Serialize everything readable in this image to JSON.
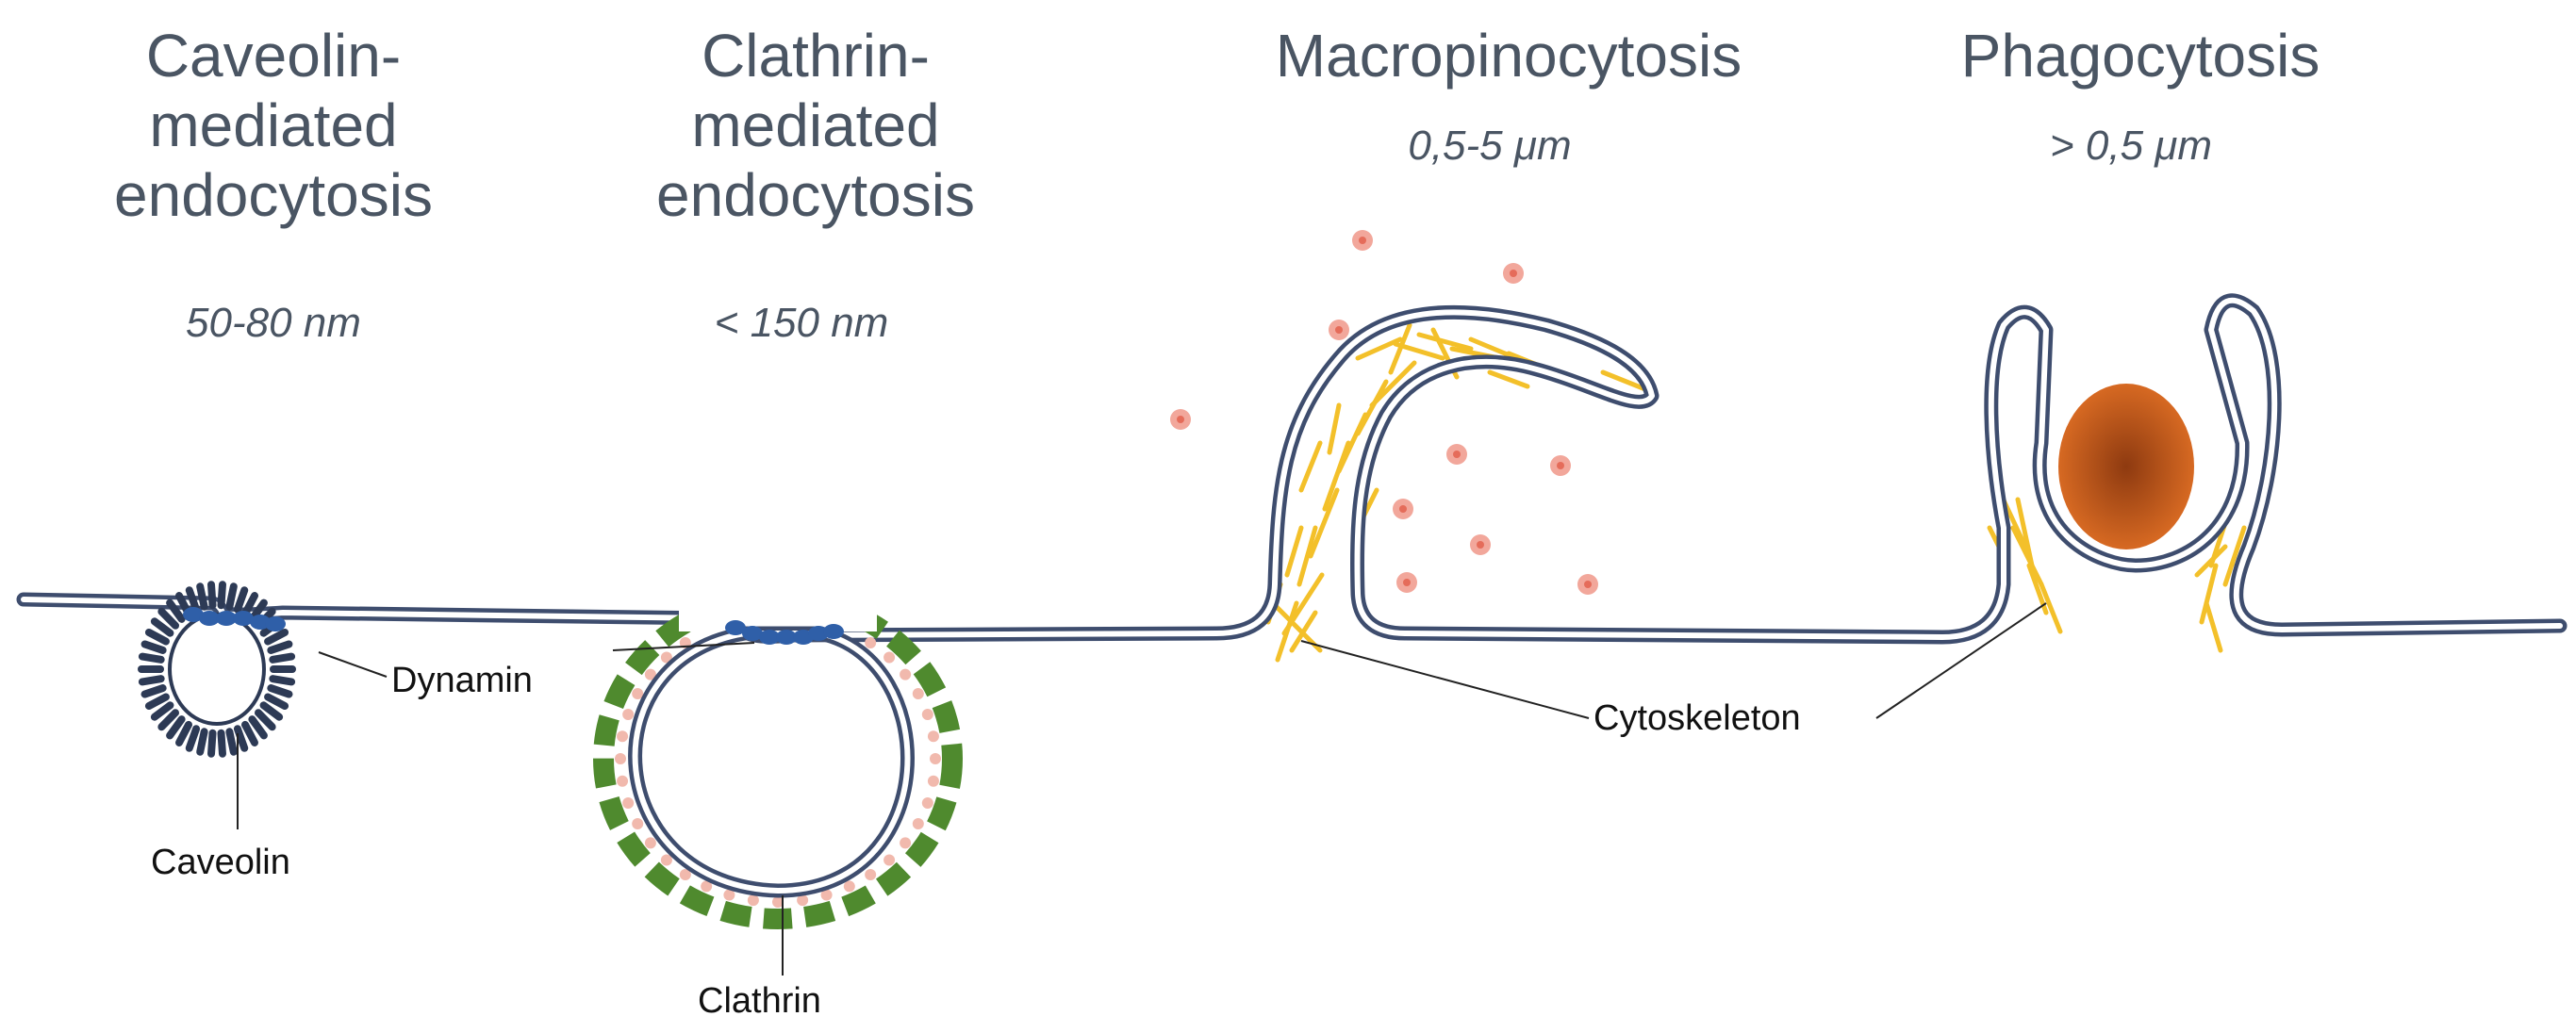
{
  "sections": {
    "caveolin": {
      "title": "Caveolin-\nmediated\nendocytosis",
      "size": "50-80 nm"
    },
    "clathrin": {
      "title": "Clathrin-\nmediated\nendocytosis",
      "size": "< 150 nm"
    },
    "macropinocytosis": {
      "title": "Macropinocytosis",
      "size": "0,5-5 μm"
    },
    "phagocytosis": {
      "title": "Phagocytosis",
      "size": "> 0,5 μm"
    }
  },
  "labels": {
    "dynamin": "Dynamin",
    "caveolin": "Caveolin",
    "clathrin": "Clathrin",
    "cytoskeleton": "Cytoskeleton"
  },
  "colors": {
    "membrane": "#3e4d6e",
    "dynamin": "#2f5fa8",
    "caveolin": "#2d3a55",
    "clathrin": "#4f8a2e",
    "clathrin_dots": "#f1b9ad",
    "actin": "#f3c02a",
    "particle": "#f2a79b",
    "particle_core": "#e56c5a",
    "phago_particle": "#de6e24",
    "phago_core": "#8e3a10",
    "text": "#4a5563"
  }
}
